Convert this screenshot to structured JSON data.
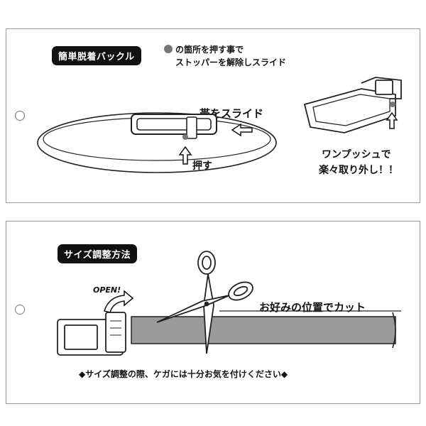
{
  "card1": {
    "badge": "簡単脱着バックル",
    "instruction_line1": "の箇所を押す事で",
    "instruction_line2": "ストッパーを解除しスライド",
    "label_slide": "帯をスライド",
    "label_push": "押す",
    "onepush_line1": "ワンプッシュで",
    "onepush_line2": "楽々取り外し！！"
  },
  "card2": {
    "badge": "サイズ調整方法",
    "open_label": "OPEN!",
    "cut_label": "お好みの位置でカット",
    "caution": "◆サイズ調整の際、ケガには十分お気を付けください◆"
  },
  "colors": {
    "strap_gray": "#9b9b9b",
    "marker_gray": "#777777",
    "badge_bg": "#111111",
    "border": "#9a9a9a"
  }
}
